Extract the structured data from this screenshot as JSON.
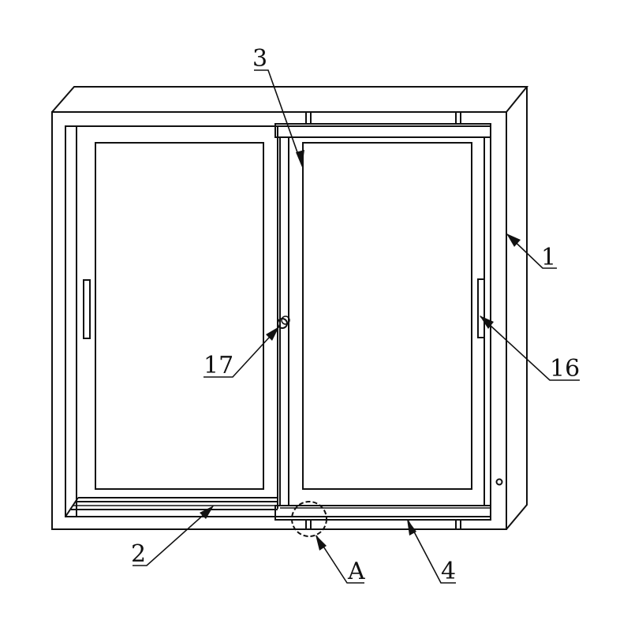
{
  "figure": {
    "type": "patent line drawing",
    "subject": "sliding window assembly, front perspective view",
    "line_color": "#111111",
    "background": "#ffffff"
  },
  "callouts": [
    {
      "id": "1",
      "label": "1",
      "part": "outer frame"
    },
    {
      "id": "2",
      "label": "2",
      "part": "lower track of left sash"
    },
    {
      "id": "3",
      "label": "3",
      "part": "right sliding sash"
    },
    {
      "id": "4",
      "label": "4",
      "part": "lower rail of right sash"
    },
    {
      "id": "16",
      "label": "16",
      "part": "handle of right sash"
    },
    {
      "id": "17",
      "label": "17",
      "part": "lock knob"
    },
    {
      "id": "A",
      "label": "A",
      "part": "detail view A (circled region)"
    }
  ]
}
